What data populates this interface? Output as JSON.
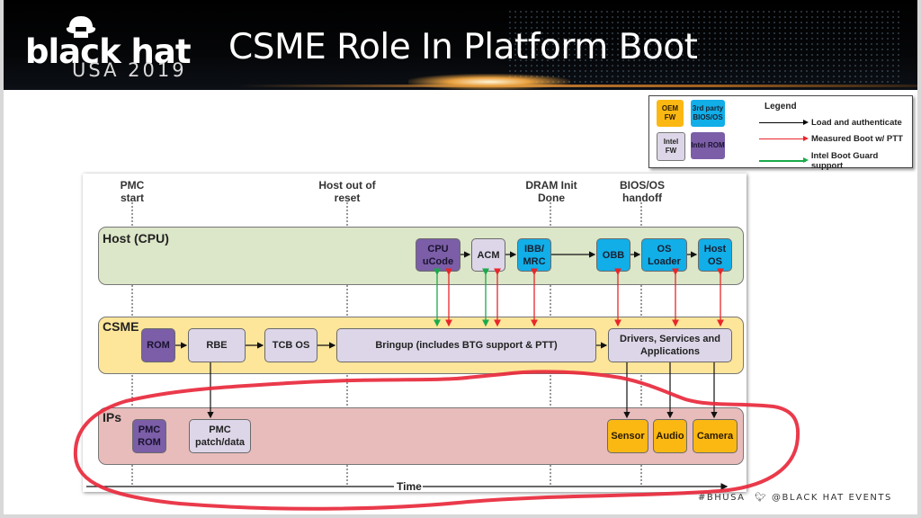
{
  "header": {
    "logo_main": "black hat",
    "logo_sub": "USA 2019",
    "title": "CSME Role In Platform Boot"
  },
  "legend": {
    "title": "Legend",
    "swatches": [
      {
        "label": "OEM FW",
        "color": "#fbb813"
      },
      {
        "label": "3rd party BIOS/OS",
        "color": "#11aee8"
      },
      {
        "label": "Intel FW",
        "color": "#ddd6e8"
      },
      {
        "label": "Intel ROM",
        "color": "#7b5ea7"
      }
    ],
    "arrows": [
      {
        "label": "Load and  authenticate",
        "color": "#000000"
      },
      {
        "label": "Measured Boot w/ PTT",
        "color": "#e8262a"
      },
      {
        "label": "Intel Boot Guard support",
        "color": "#1aaa4a"
      }
    ]
  },
  "diagram": {
    "events": [
      "PMC start",
      "Host out of reset",
      "DRAM Init Done",
      "BIOS/OS handoff"
    ],
    "lanes": {
      "host": {
        "label": "Host (CPU)",
        "color": "#dce6c8"
      },
      "csme": {
        "label": "CSME",
        "color": "#fde59a"
      },
      "ips": {
        "label": "IPs",
        "color": "#e8bcbb"
      }
    },
    "host_boxes": [
      "CPU uCode",
      "ACM",
      "IBB/ MRC",
      "OBB",
      "OS Loader",
      "Host OS"
    ],
    "csme_boxes": [
      "ROM",
      "RBE",
      "TCB OS",
      "Bringup (includes BTG support & PTT)",
      "Drivers, Services and Applications"
    ],
    "ip_boxes": [
      "PMC ROM",
      "PMC patch/data",
      "Sensor",
      "Audio",
      "Camera"
    ],
    "time_label": "Time"
  },
  "footer": {
    "hashtag": "#BHUSA",
    "twitter": "@BLACK HAT EVENTS"
  },
  "annotation": {
    "color": "#e8293c",
    "description": "hand-drawn red loop around IPs lane"
  }
}
